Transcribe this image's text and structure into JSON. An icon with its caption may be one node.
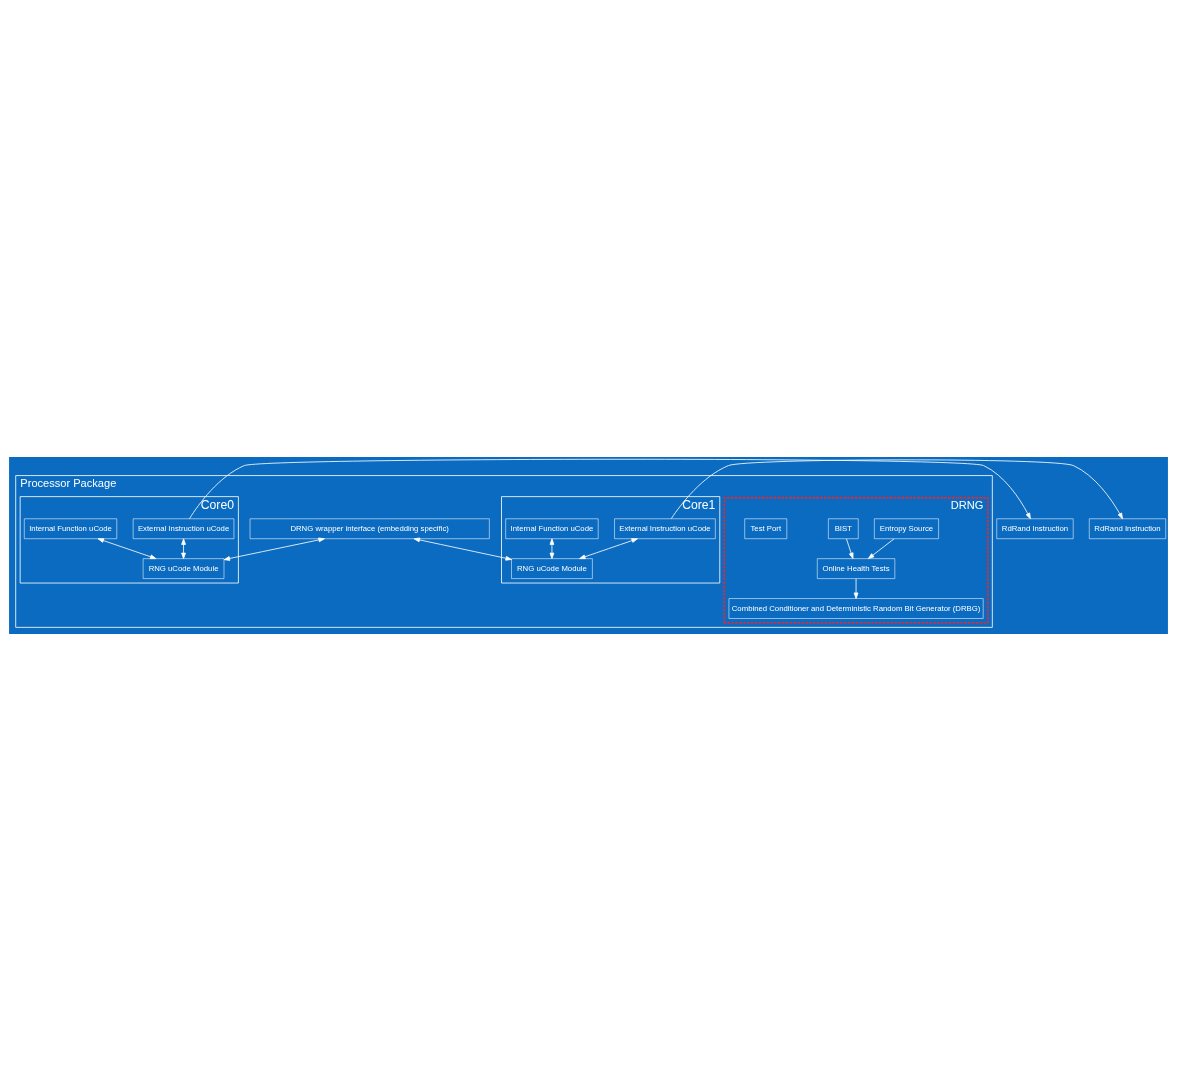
{
  "diagram": {
    "nodes": [
      {
        "text": [
          "Processor Package"
        ]
      },
      {
        "text": [
          "DRNG"
        ],
        "in": 0
      },
      {
        "text": [
          "Entropy Source"
        ],
        "in": 1
      },
      {
        "text": [
          "BIST"
        ],
        "in": 1
      },
      {
        "text": [
          "Online Health Tests"
        ],
        "in": 1
      },
      {
        "text": [
          "Test Port"
        ],
        "in": 1
      },
      {
        "text": [
          "Combined Conditioner and Deterministic Random Bit Generator (DRBG)"
        ],
        "in": 1
      },
      {
        "text": [
          "DRNG wrapper interface (embedding specific)"
        ],
        "in": 0
      },
      {
        "text": [
          "Core0"
        ],
        "in": 0
      },
      {
        "text": [
          "External Instruction uCode"
        ],
        "in": 8
      },
      {
        "text": [
          "Internal Function uCode"
        ],
        "in": 8
      },
      {
        "text": [
          "RNG uCode Module"
        ],
        "in": 8
      },
      {
        "text": [
          "Core1"
        ],
        "in": 0
      },
      {
        "text": [
          "External Instruction uCode"
        ],
        "in": 12
      },
      {
        "text": [
          "Internal Function uCode"
        ],
        "in": 12
      },
      {
        "text": [
          "RNG uCode Module"
        ],
        "in": 12
      },
      {
        "text": [
          "RdRand Instruction"
        ]
      },
      {
        "text": [
          "RdRand Instruction"
        ]
      }
    ],
    "edges": [
      {
        "from": 2,
        "to": 4,
        "arrow": "to"
      },
      {
        "from": 3,
        "to": 4,
        "arrow": "to"
      },
      {
        "from": 4,
        "to": 6,
        "arrow": "to"
      },
      {
        "from": 9,
        "to": 16,
        "arrow": "to"
      },
      {
        "from": 9,
        "to": 11,
        "arrow": "both"
      },
      {
        "from": 10,
        "to": 11,
        "arrow": "both"
      },
      {
        "from": 7,
        "to": 11,
        "arrow": "both"
      },
      {
        "from": 13,
        "to": 17,
        "arrow": "to"
      },
      {
        "from": 13,
        "to": 15,
        "arrow": "both"
      },
      {
        "from": 14,
        "to": 15,
        "arrow": "both"
      },
      {
        "from": 7,
        "to": 15,
        "arrow": "both"
      }
    ]
  }
}
